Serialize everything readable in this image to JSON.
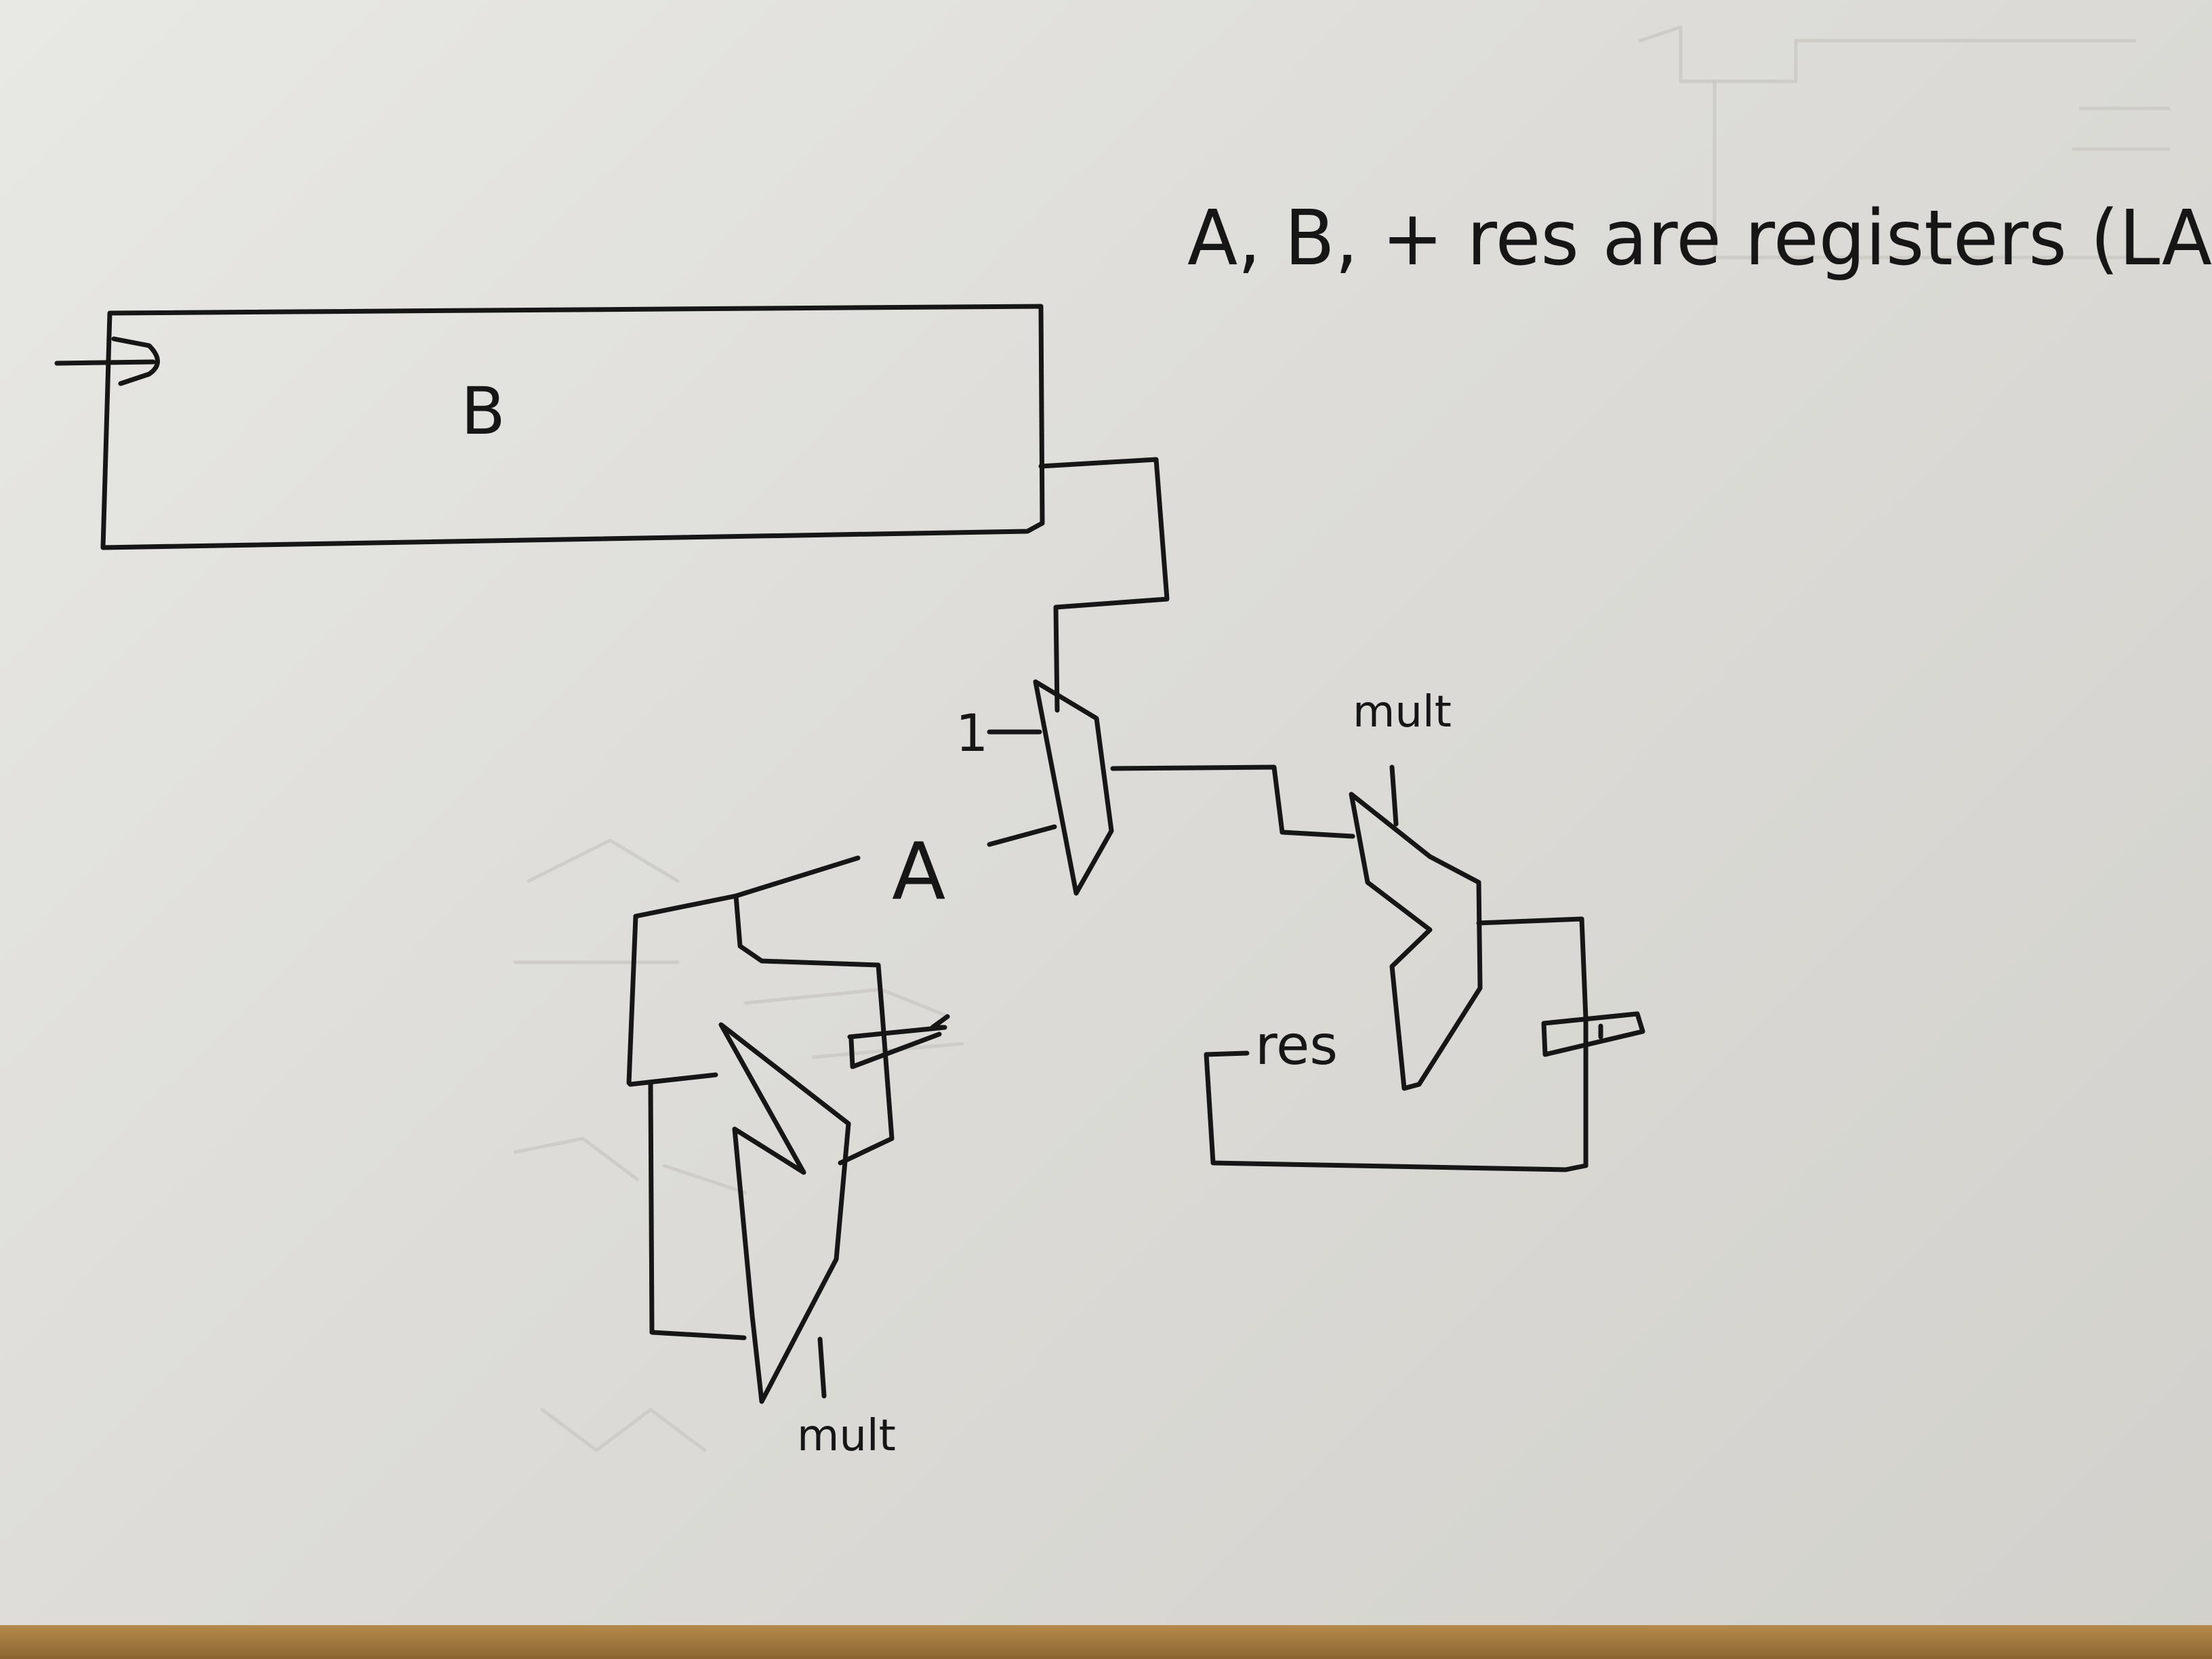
{
  "diagram": {
    "note": "A, B, + res are registers (LA",
    "labels": {
      "register_b": "B",
      "register_a": "A",
      "register_res": "res",
      "mux_input_one": "1",
      "control_mult_top": "mult",
      "control_mult_bottom": "mult"
    }
  }
}
